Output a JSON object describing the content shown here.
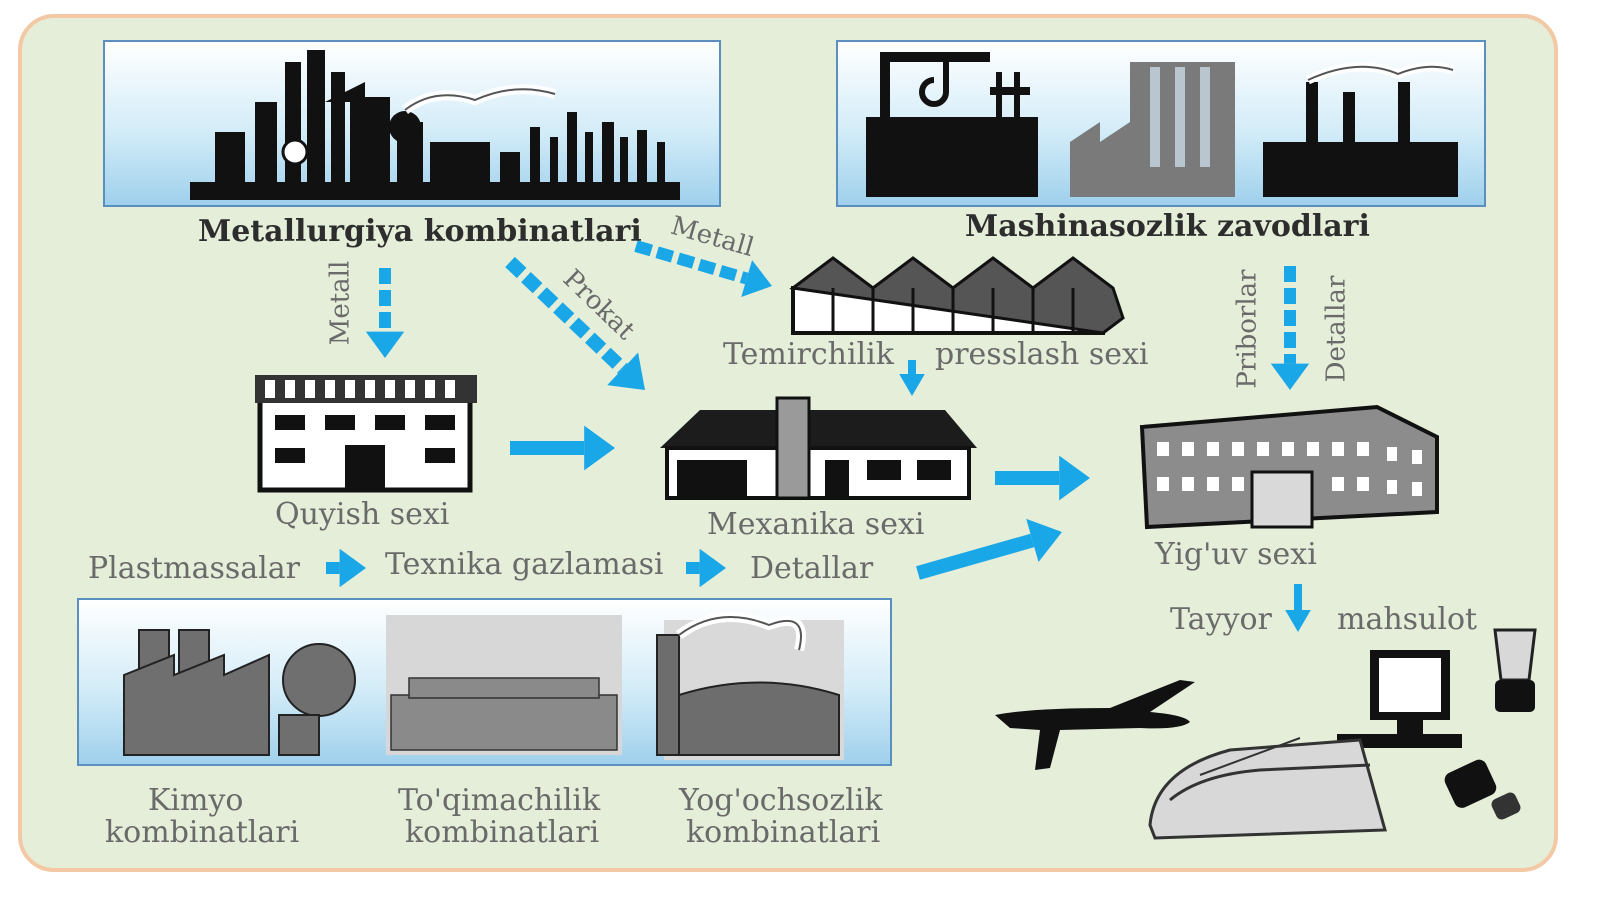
{
  "labels": {
    "metallurgiya": "Metallurgiya kombinatlari",
    "mashinasozlik": "Mashinasozlik zavodlari",
    "metall_left": "Metall",
    "prokat": "Prokat",
    "metall_right": "Metall",
    "temirchilik": "Temirchilik",
    "presslash": "presslash sexi",
    "priborlar": "Priborlar",
    "detallar_vertical": "Detallar",
    "quyish": "Quyish sexi",
    "mexanika": "Mexanika sexi",
    "yiguv": "Yig'uv sexi",
    "plastmassalar": "Plastmassalar",
    "texnika": "Texnika gazlamasi",
    "detallar": "Detallar",
    "tayyor": "Tayyor",
    "mahsulot": "mahsulot",
    "kimyo_1": "Kimyo",
    "kimyo_2": "kombinatlari",
    "toqimachilik_1": "To'qimachilik",
    "toqimachilik_2": "kombinatlari",
    "yogochsozlik_1": "Yog'ochsozlik",
    "yogochsozlik_2": "kombinatlari"
  },
  "colors": {
    "arrow": "#1aa7e8",
    "frame_fill": "#e4eed9",
    "frame_border": "#f2c9a4",
    "panel_border": "#5a8fc0"
  }
}
